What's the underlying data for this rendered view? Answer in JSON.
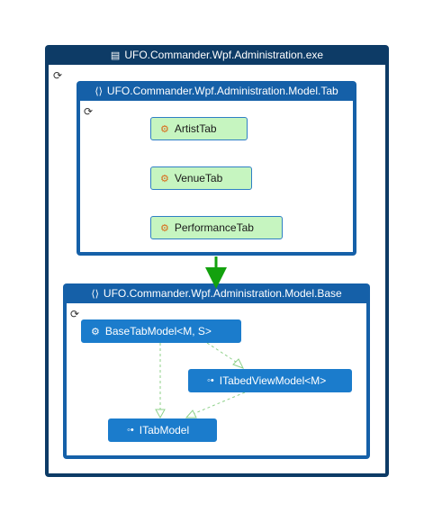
{
  "outer": {
    "title": "UFO.Commander.Wpf.Administration.exe",
    "icon": "window-icon",
    "refresh_icon": "⟳"
  },
  "tab_group": {
    "title": "UFO.Commander.Wpf.Administration.Model.Tab",
    "icon": "namespace-icon",
    "refresh_icon": "⟳",
    "classes": [
      "ArtistTab",
      "VenueTab",
      "PerformanceTab"
    ]
  },
  "base_group": {
    "title": "UFO.Commander.Wpf.Administration.Model.Base",
    "icon": "namespace-icon",
    "refresh_icon": "⟳",
    "class_name": "BaseTabModel<M, S>",
    "interfaces": [
      "ITabedViewModel<M>",
      "ITabModel"
    ]
  },
  "colors": {
    "frame": "#0d3b66",
    "group": "#1560a8",
    "class_fill": "#c6f5c0",
    "interface_fill": "#1b7ccc",
    "dependency_arrow": "#13a10e",
    "implements_line": "#8fd18a"
  }
}
